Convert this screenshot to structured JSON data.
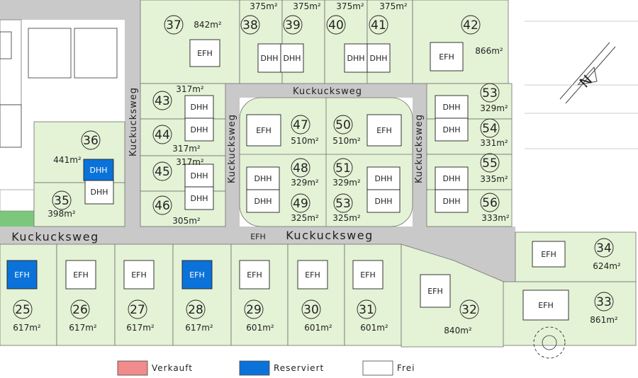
{
  "colors": {
    "lot_free": "#e4f2d6",
    "road": "#c9c9c9",
    "sold": "#f28b8b",
    "reserved": "#0b72d9",
    "free": "#ffffff",
    "neighbor_green": "#7cc77c"
  },
  "streets": {
    "north_label": "Kuckucksweg",
    "west_label": "Kuckucksweg",
    "inner_west_label": "Kuckucksweg",
    "inner_east_label": "Kuckucksweg",
    "main_left_label": "Kuckucksweg",
    "main_center_label": "Kuckucksweg",
    "main_prefix": "EFH"
  },
  "lots": [
    {
      "id": "25",
      "area": "617m²",
      "building": "EFH",
      "status": "reserved"
    },
    {
      "id": "26",
      "area": "617m²",
      "building": "EFH",
      "status": "free"
    },
    {
      "id": "27",
      "area": "617m²",
      "building": "EFH",
      "status": "free"
    },
    {
      "id": "28",
      "area": "617m²",
      "building": "EFH",
      "status": "reserved"
    },
    {
      "id": "29",
      "area": "601m²",
      "building": "EFH",
      "status": "free"
    },
    {
      "id": "30",
      "area": "601m²",
      "building": "EFH",
      "status": "free"
    },
    {
      "id": "31",
      "area": "601m²",
      "building": "EFH",
      "status": "free"
    },
    {
      "id": "32",
      "area": "840m²",
      "building": "EFH",
      "status": "free"
    },
    {
      "id": "33",
      "area": "861m²",
      "building": "EFH",
      "status": "free"
    },
    {
      "id": "34",
      "area": "624m²",
      "building": "EFH",
      "status": "free"
    },
    {
      "id": "35",
      "area": "398m²",
      "building": "DHH",
      "status": "free"
    },
    {
      "id": "36",
      "area": "441m²",
      "building": "DHH",
      "status": "reserved"
    },
    {
      "id": "37",
      "area": "842m²",
      "building": "EFH",
      "status": "free"
    },
    {
      "id": "38",
      "area": "375m²",
      "building": "DHH",
      "status": "free"
    },
    {
      "id": "39",
      "area": "375m²",
      "building": "DHH",
      "status": "free"
    },
    {
      "id": "40",
      "area": "375m²",
      "building": "DHH",
      "status": "free"
    },
    {
      "id": "41",
      "area": "375m²",
      "building": "DHH",
      "status": "free"
    },
    {
      "id": "42",
      "area": "866m²",
      "building": "EFH",
      "status": "free"
    },
    {
      "id": "43",
      "area": "317m²",
      "building": "DHH",
      "status": "free"
    },
    {
      "id": "44",
      "area": "317m²",
      "building": "DHH",
      "status": "free"
    },
    {
      "id": "45",
      "area": "317m²",
      "building": "DHH",
      "status": "free"
    },
    {
      "id": "46",
      "area": "305m²",
      "building": "DHH",
      "status": "free"
    },
    {
      "id": "47",
      "area": "510m²",
      "building": "EFH",
      "status": "free"
    },
    {
      "id": "48",
      "area": "329m²",
      "building": "DHH",
      "status": "free"
    },
    {
      "id": "49",
      "area": "325m²",
      "building": "DHH",
      "status": "free"
    },
    {
      "id": "50",
      "area": "510m²",
      "building": "EFH",
      "status": "free"
    },
    {
      "id": "51",
      "area": "329m²",
      "building": "DHH",
      "status": "free"
    },
    {
      "id": "53",
      "area": "325m²",
      "building": "DHH",
      "status": "free"
    },
    {
      "id": "53",
      "area": "329m²",
      "building": "DHH",
      "status": "free"
    },
    {
      "id": "54",
      "area": "331m²",
      "building": "DHH",
      "status": "free"
    },
    {
      "id": "55",
      "area": "335m²",
      "building": "DHH",
      "status": "free"
    },
    {
      "id": "56",
      "area": "333m²",
      "building": "DHH",
      "status": "free"
    }
  ],
  "legend": [
    {
      "label": "Verkauft",
      "status": "sold"
    },
    {
      "label": "Reserviert",
      "status": "reserved"
    },
    {
      "label": "Frei",
      "status": "free"
    }
  ],
  "north_arrow": "N"
}
